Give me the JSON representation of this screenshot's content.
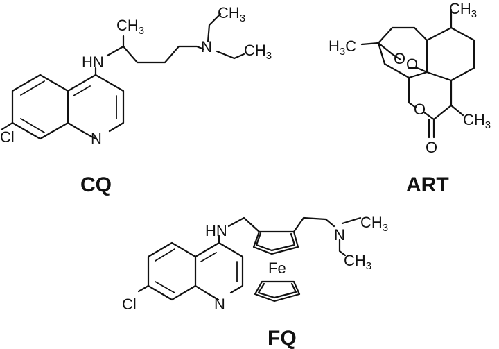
{
  "figure": {
    "molecules": [
      {
        "caption": "CQ",
        "atoms": {
          "ch3_top": "CH3",
          "nh": "HN",
          "n_amine": "N",
          "ch3_ethyl_a": "CH3",
          "ch3_ethyl_b": "CH3",
          "n_ring": "N",
          "cl": "Cl"
        }
      },
      {
        "caption": "ART",
        "atoms": {
          "h3c_left": "H3C",
          "ch3_top": "CH3",
          "o_peroxide_a": "O",
          "o_peroxide_b": "O",
          "o_ring": "O",
          "o_carbonyl": "O",
          "ch3_right": "CH3"
        }
      },
      {
        "caption": "FQ",
        "atoms": {
          "nh": "HN",
          "n_amine": "N",
          "ch3_a": "CH3",
          "ch3_b": "CH3",
          "fe": "Fe",
          "n_ring": "N",
          "cl": "Cl"
        }
      }
    ],
    "colors": {
      "ink": "#111111",
      "background": "#ffffff"
    }
  }
}
